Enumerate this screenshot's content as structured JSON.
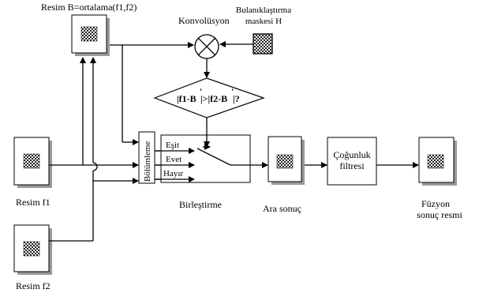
{
  "images": {
    "b_label": "Resim B=ortalama(f1,f2)",
    "f1_label": "Resim f1",
    "f2_label": "Resim f2"
  },
  "operators": {
    "convolution_label": "Konvolüsyon",
    "blur_mask_line1": "Bulanıklaştırma",
    "blur_mask_line2": "maskesi H"
  },
  "decision": {
    "left": "|f1-B",
    "mid": "|>|f2-B",
    "right": "|?"
  },
  "merge": {
    "segmentation_label": "Bölümleme",
    "option_equal": "Eşit",
    "option_yes": "Evet",
    "option_no": "Hayır",
    "merge_label": "Birleştirme"
  },
  "outputs": {
    "intermediate_label": "Ara sonuç",
    "majority_filter_line1": "Çoğunluk",
    "majority_filter_line2": "filtresi",
    "fusion_line1": "Füzyon",
    "fusion_line2": "sonuç resmi"
  }
}
